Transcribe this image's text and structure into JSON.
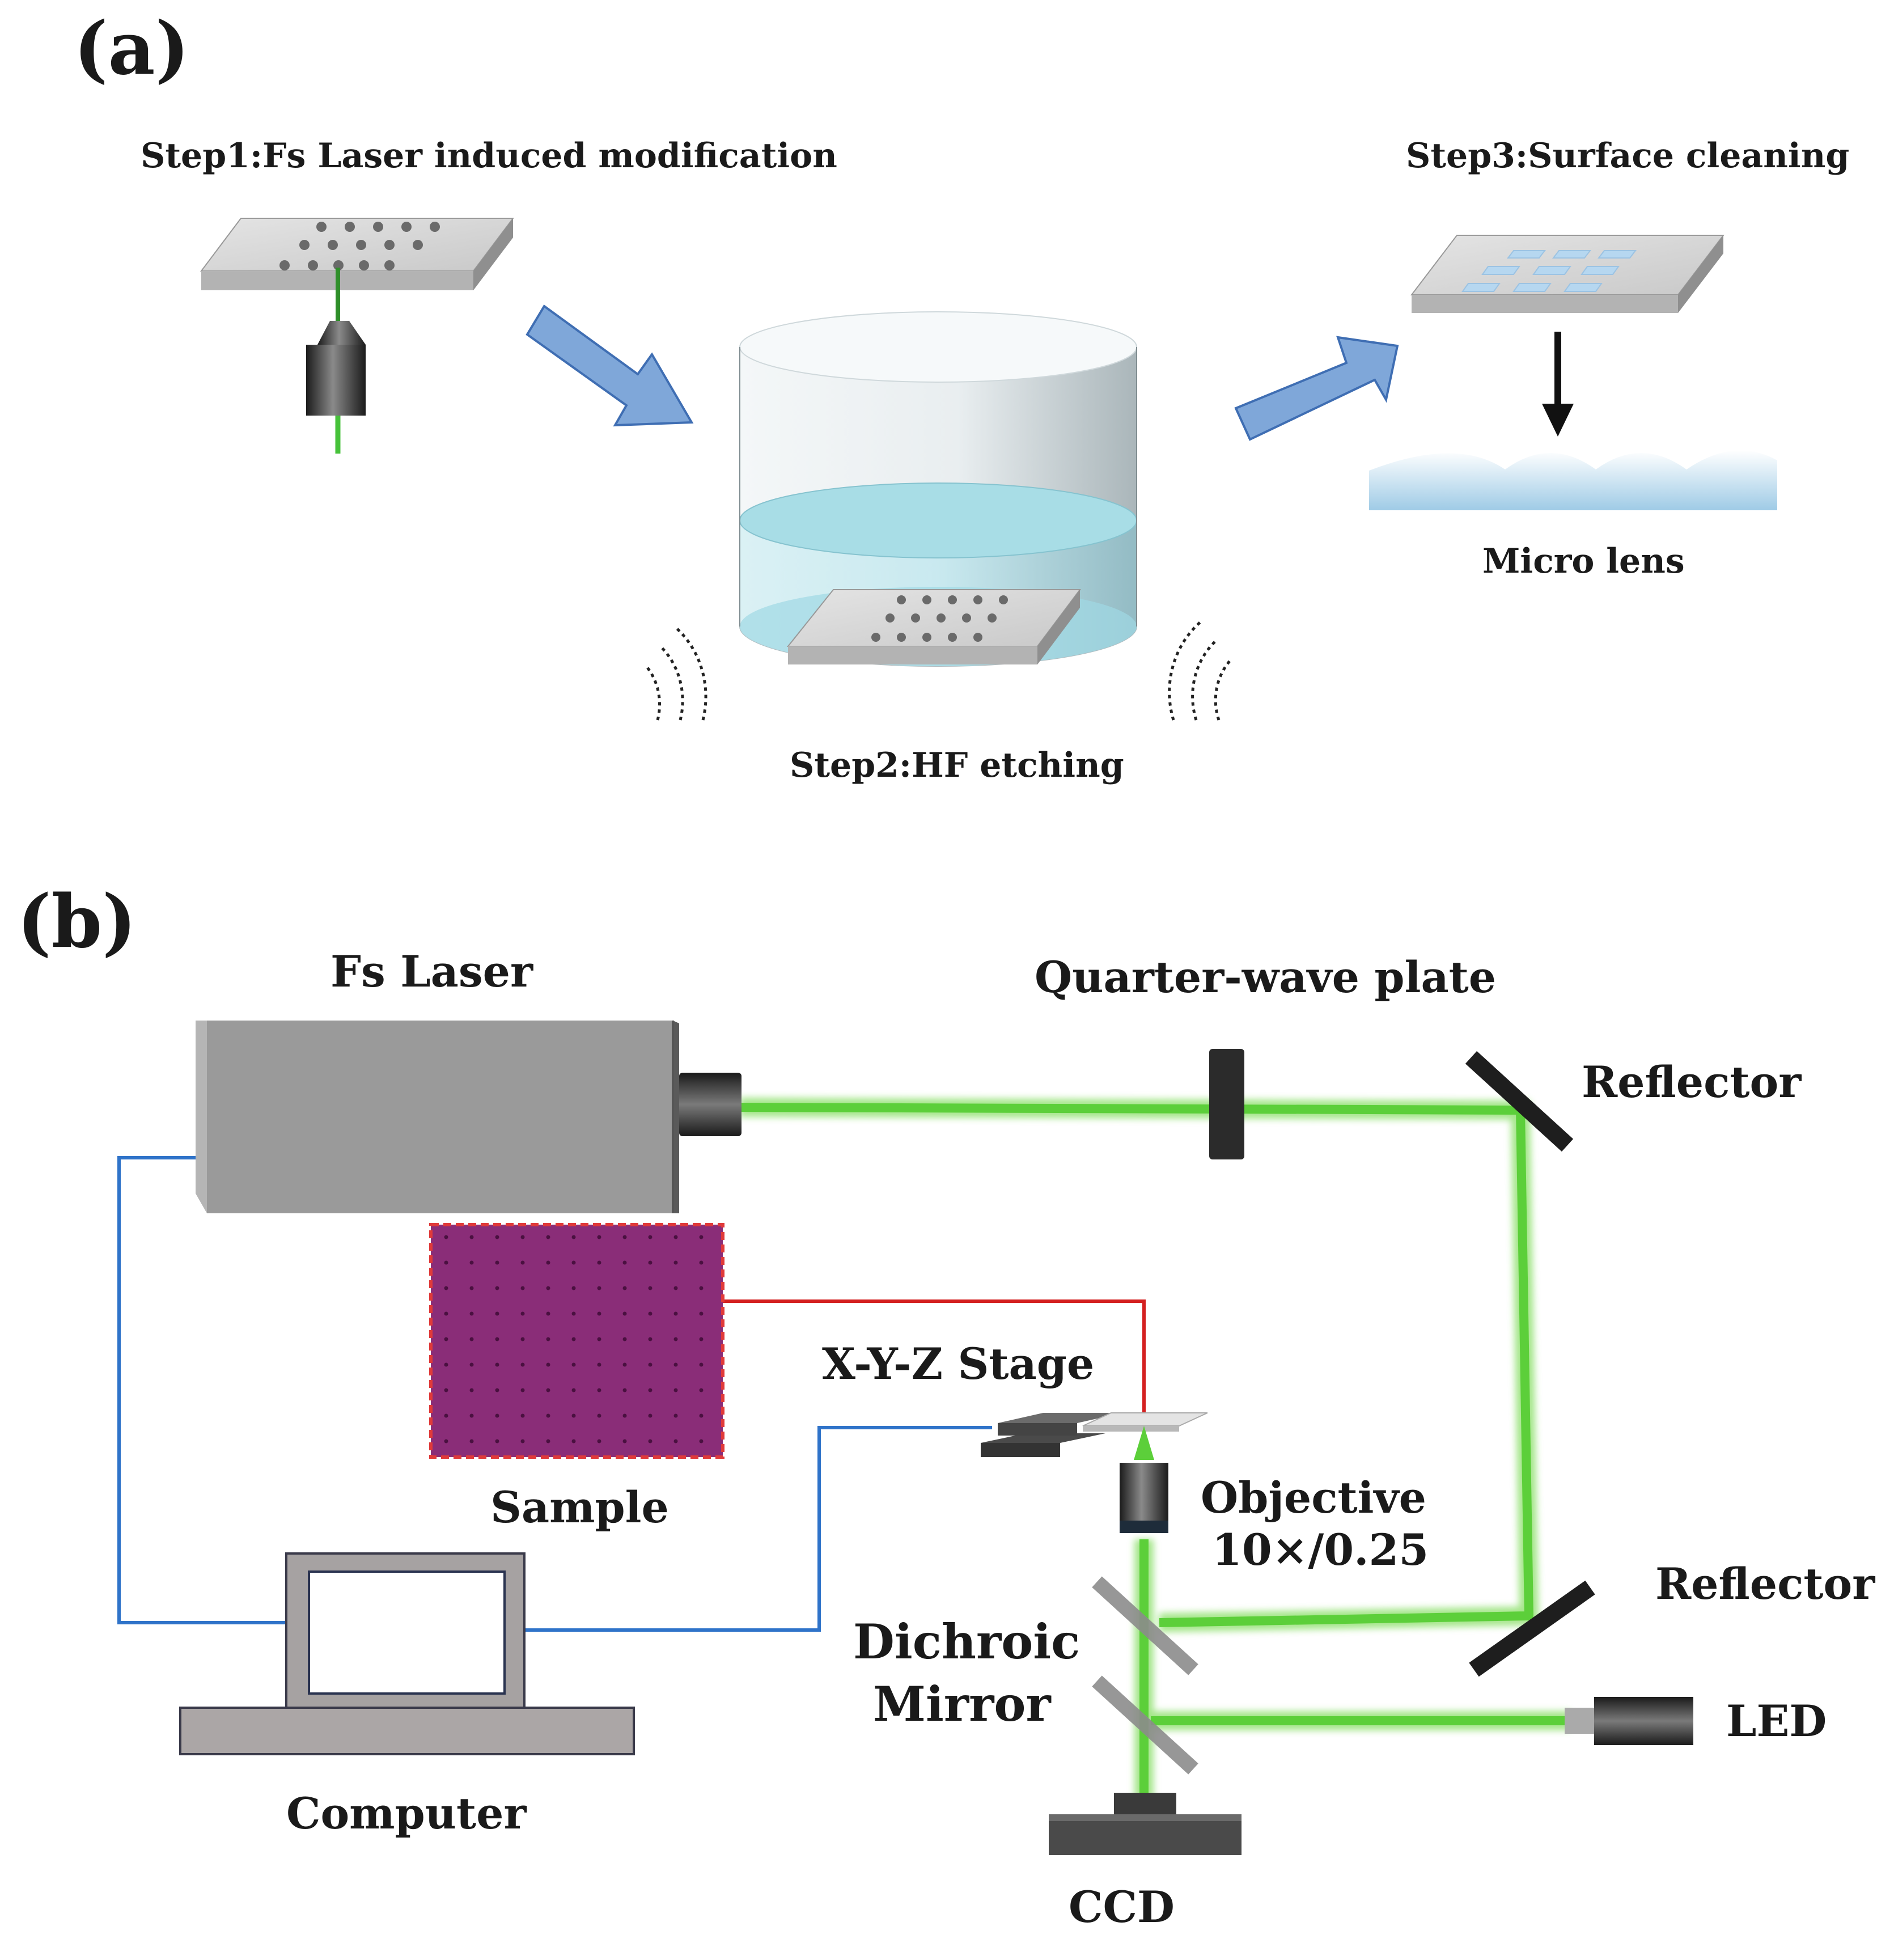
{
  "panel_a": {
    "label": "(a)",
    "step1": "Step1:Fs Laser induced modification",
    "step2": "Step2:HF etching",
    "step3": "Step3:Surface cleaning",
    "micro_lens": "Micro lens"
  },
  "panel_b": {
    "label": "(b)",
    "fs_laser": "Fs Laser",
    "quarter_wave_plate": "Quarter-wave plate",
    "reflector_top": "Reflector",
    "reflector_bottom": "Reflector",
    "xyz_stage": "X-Y-Z Stage",
    "sample": "Sample",
    "objective_line1": "Objective",
    "objective_line2": "10×/0.25",
    "dichroic_line1": "Dichroic",
    "dichroic_line2": "Mirror",
    "led": "LED",
    "ccd": "CCD",
    "computer": "Computer"
  },
  "colors": {
    "laser_beam": "#5ccf3a",
    "beam_glow": "#8fe06e",
    "arrow_fill": "#7fa7d9",
    "arrow_stroke": "#3f6eb3",
    "data_cable": "#2f73c9",
    "signal_wire": "#d42020",
    "sample_fill": "#8a2d78",
    "sample_border": "#e03a3a",
    "liquid": "#a8dde6",
    "device_gray": "#9a9a9a"
  }
}
